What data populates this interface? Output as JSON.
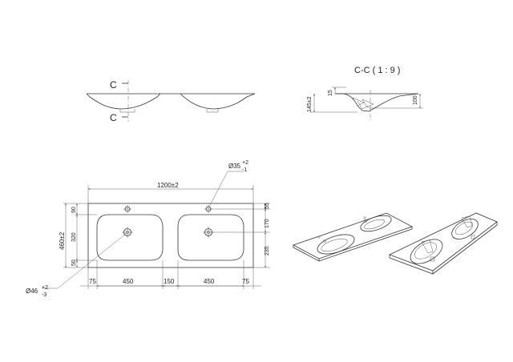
{
  "section_view": {
    "cut_label_top": "C",
    "cut_label_bottom": "C",
    "title": "C-C ( 1 : 9 )",
    "dim_height": "145±2",
    "dim_rim": "15",
    "dim_depth": "100"
  },
  "plan_view": {
    "overall_width": "1200±2",
    "overall_depth": "460±2",
    "faucet_hole": {
      "diameter": "Ø35",
      "tol_upper": "+2",
      "tol_lower": "-1"
    },
    "drain_hole": {
      "diameter": "Ø46",
      "tol_upper": "+2",
      "tol_lower": "-3"
    },
    "left_dims": [
      "90",
      "320",
      "50"
    ],
    "right_dims": [
      "55",
      "170",
      "235"
    ],
    "bottom_dims": [
      "75",
      "450",
      "150",
      "450",
      "75"
    ]
  }
}
